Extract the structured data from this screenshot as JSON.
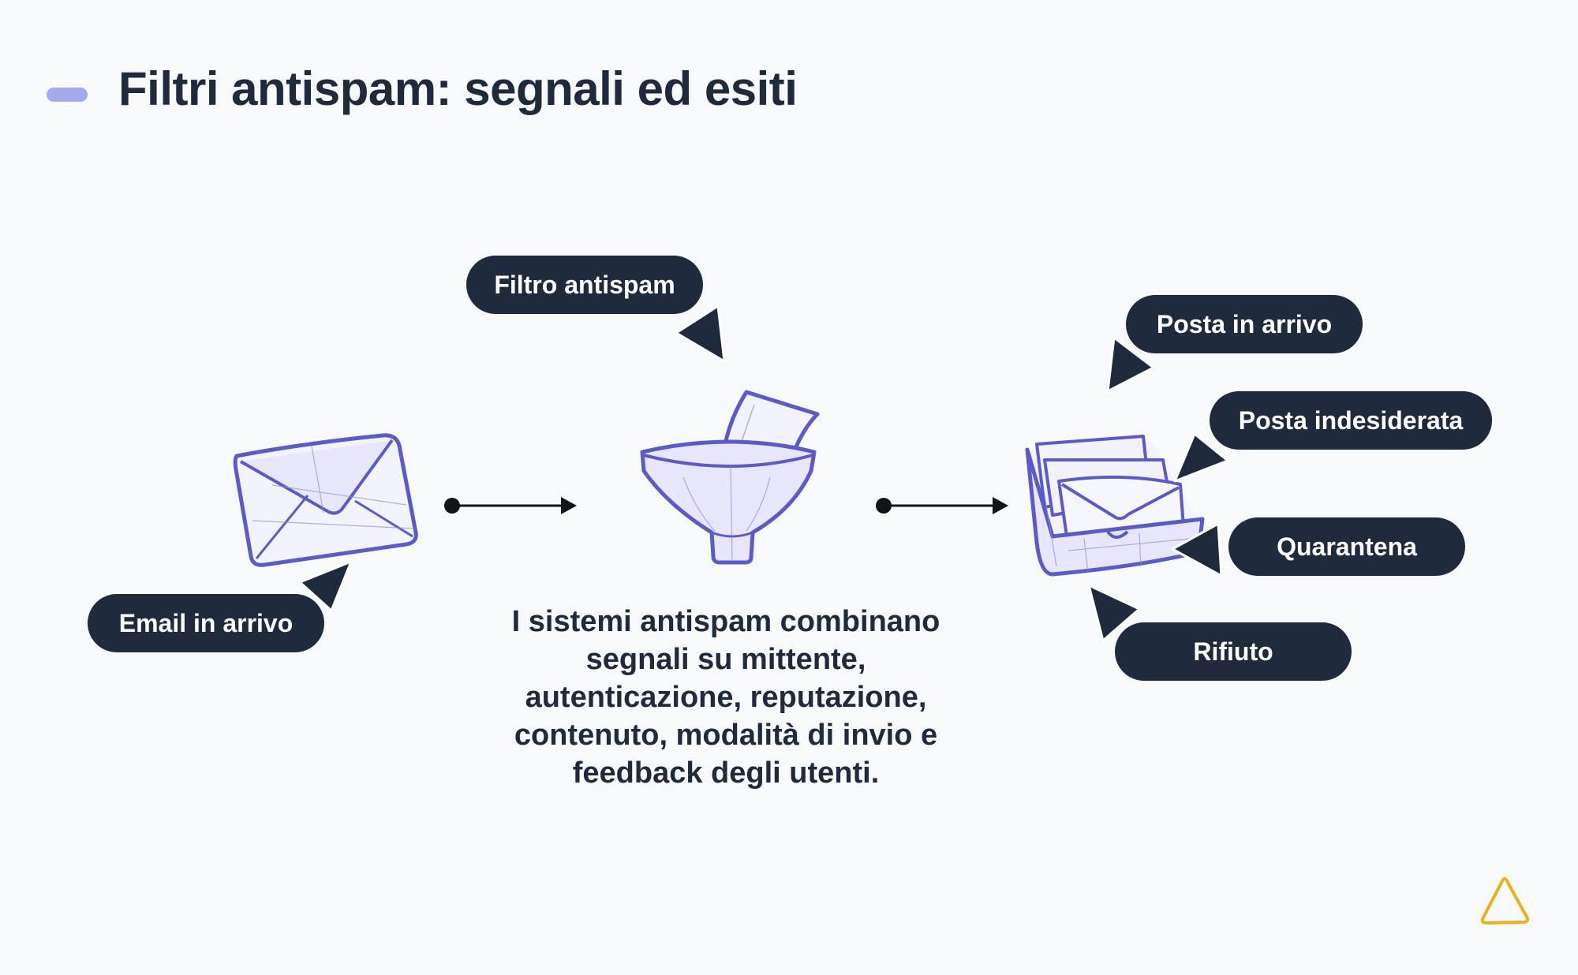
{
  "title": "Filtri antispam: segnali ed esiti",
  "nodes": {
    "source": {
      "label": "Email in arrivo",
      "icon": "envelope-icon"
    },
    "filter": {
      "label": "Filtro antispam",
      "icon": "funnel-icon"
    },
    "outcomes": {
      "icon": "mail-tray-icon",
      "items": [
        {
          "label": "Posta in arrivo"
        },
        {
          "label": "Posta indesiderata"
        },
        {
          "label": "Quarantena"
        },
        {
          "label": "Rifiuto"
        }
      ]
    }
  },
  "caption": "I sistemi antispam combinano segnali su mittente, autenticazione, reputazione, contenuto, modalità di invio e feedback degli utenti.",
  "colors": {
    "label_bg": "#1f2a3c",
    "label_text": "#ffffff",
    "illustration_stroke": "#5b5bc8",
    "illustration_fill": "#e7e6fa",
    "title_accent": "#a5aaee",
    "logo": "#e8b21e"
  }
}
